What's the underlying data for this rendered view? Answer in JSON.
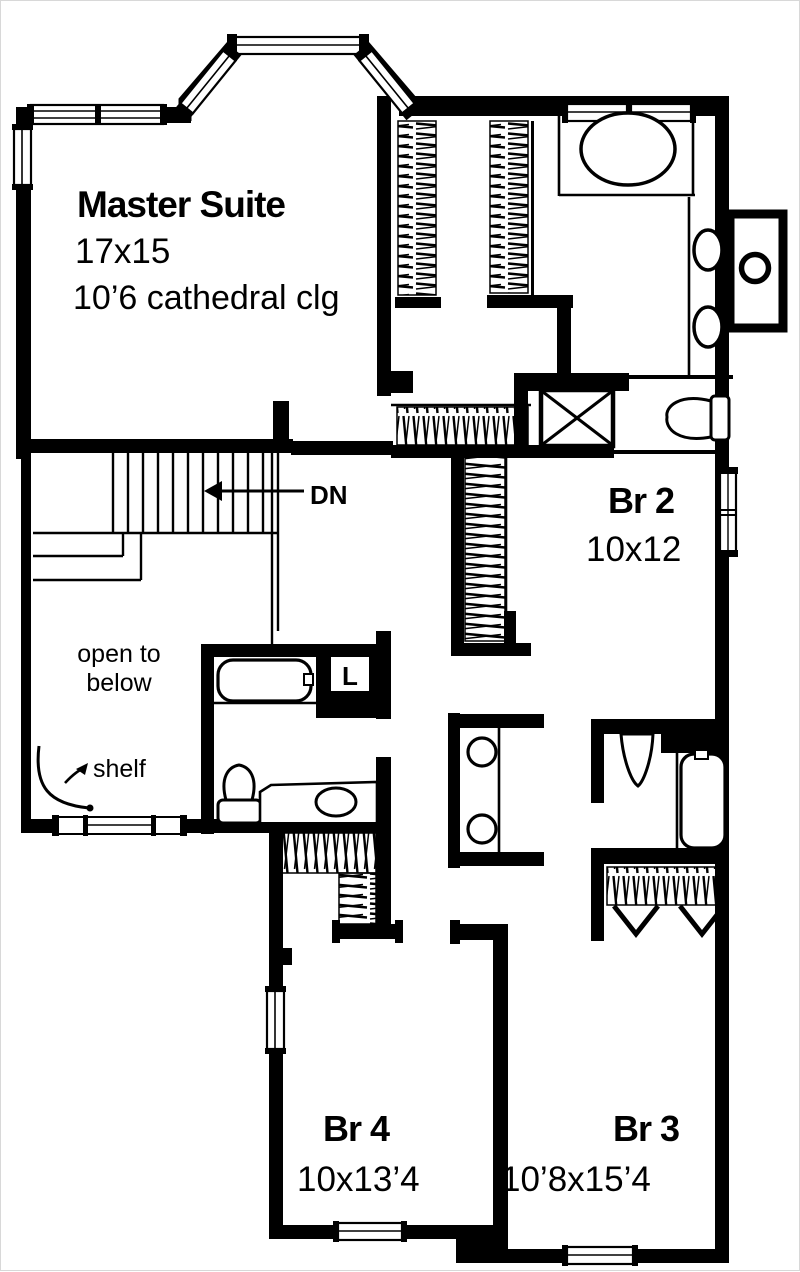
{
  "plan": {
    "type": "second-floor-plan",
    "colors": {
      "ink": "#000000",
      "paper": "#ffffff"
    },
    "rooms": {
      "master": {
        "name": "Master Suite",
        "dims": "17x15",
        "ceiling": "10’6 cathedral clg"
      },
      "br2": {
        "name": "Br 2",
        "dims": "10x12"
      },
      "br3": {
        "name": "Br 3",
        "dims": "10’8x15’4"
      },
      "br4": {
        "name": "Br 4",
        "dims": "10x13’4"
      }
    },
    "labels": {
      "stairs_direction": "DN",
      "open_below_line1": "open to",
      "open_below_line2": "below",
      "shelf": "shelf",
      "linen": "L"
    }
  }
}
